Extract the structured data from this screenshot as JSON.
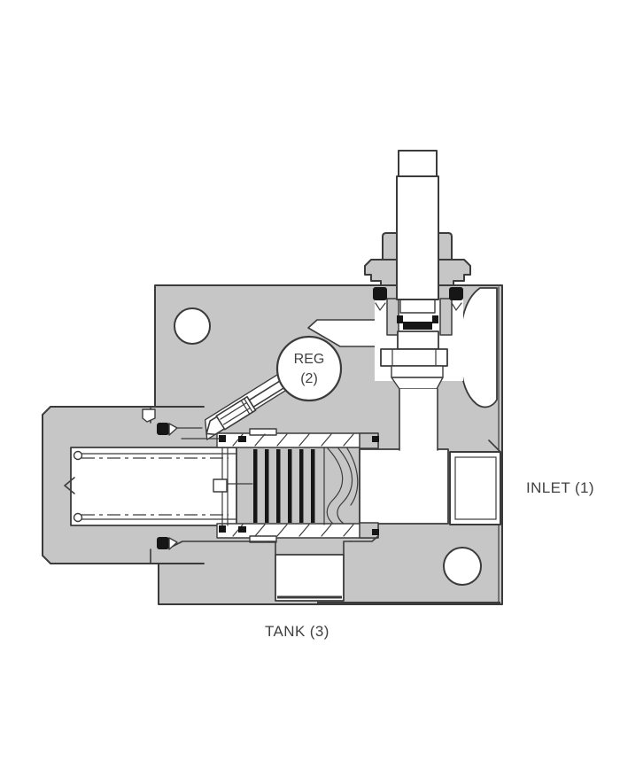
{
  "diagram": {
    "type": "hydraulic-valve-cross-section",
    "labels": {
      "reg_line1": "REG",
      "reg_line2": "(2)",
      "inlet": "INLET (1)",
      "tank": "TANK (3)"
    },
    "colors": {
      "body_gray": "#c6c6c6",
      "outline": "#3b3b3b",
      "seal_black": "#161616",
      "cavity_white": "#ffffff",
      "label_text": "#414141"
    }
  }
}
